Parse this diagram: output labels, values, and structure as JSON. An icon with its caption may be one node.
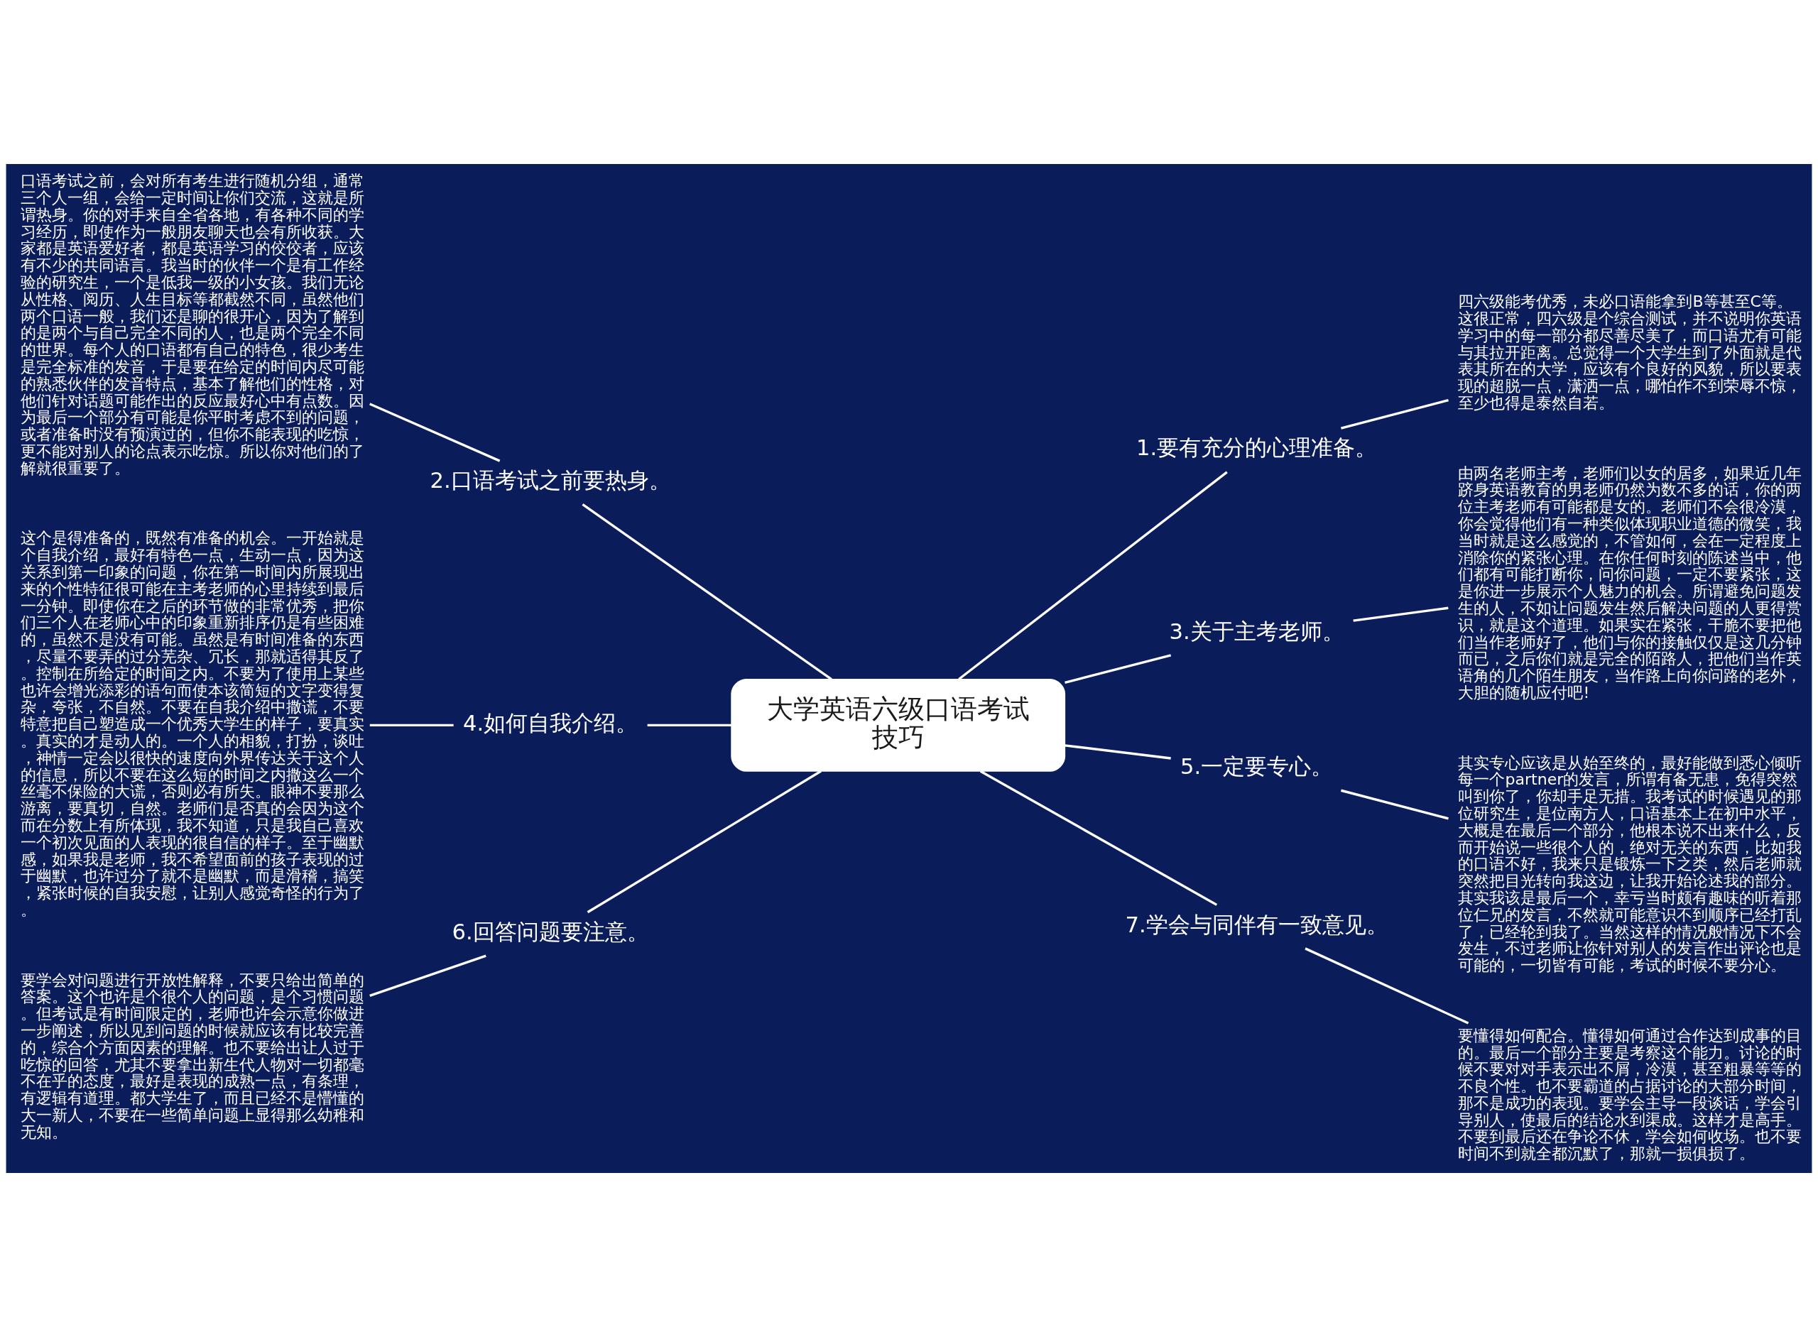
{
  "diagram": {
    "nodes": [
      {
        "text": [
          "大学英语六级口语考试技巧"
        ]
      },
      {
        "text": [
          "1.要有充分的心理准备。"
        ]
      },
      {
        "text": [
          "四六级能考优秀，未必口语能拿到B等甚至C等。这很正常，四六级是个综合测试，并不说明你英语学习中的每一部分都尽善尽美了，而口语尤有可能与其拉开距离。总觉得一个大学生到了外面就是代表其所在的大学，应该有个良好的风貌，所以要表现的超脱一点，潇洒一点，哪怕作不到荣辱不惊，至少也得是泰然自若。"
        ]
      },
      {
        "text": [
          "2.口语考试之前要热身。"
        ]
      },
      {
        "text": [
          "口语考试之前，会对所有考生进行随机分组，通常三个人一组，会给一定时间让你们交流，这就是所谓热身。你的对手来自全省各地，有各种不同的学习经历，即使作为一般朋友聊天也会有所收获。大家都是英语爱好者，都是英语学习的佼佼者，应该有不少的共同语言。我当时的伙伴一个是有工作经验的研究生，一个是低我一级的小女孩。我们无论从性格、阅历、人生目标等都截然不同，虽然他们两个口语一般，我们还是聊的很开心，因为了解到的是两个与自己完全不同的人，也是两个完全不同的世界。每个人的口语都有自己的特色，很少考生是完全标准的发音，于是要在给定的时间内尽可能的熟悉伙伴的发音特点，基本了解他们的性格，对他们针对话题可能作出的反应最好心中有点数。因为最后一个部分有可能是你平时考虑不到的问题，或者准备时没有预演过的，但你不能表现的吃惊，更不能对别人的论点表示吃惊。所以你对他们的了解就很重要了。"
        ]
      },
      {
        "text": [
          "3.关于主考老师。"
        ]
      },
      {
        "text": [
          "由两名老师主考，老师们以女的居多，如果近几年跻身英语教育的男老师仍然为数不多的话，你的两位主考老师有可能都是女的。老师们不会很冷漠，你会觉得他们有一种类似体现职业道德的微笑，我当时就是这么感觉的，不管如何，会在一定程度上消除你的紧张心理。在你任何时刻的陈述当中，他们都有可能打断你，问你问题，一定不要紧张，这是你进一步展示个人魅力的机会。所谓避免问题发生的人，不如让问题发生然后解决问题的人更得赏识，就是这个道理。如果实在紧张，干脆不要把他们当作老师好了，他们与你的接触仅仅是这几分钟而已，之后你们就是完全的陌路人，把他们当作英语角的几个陌生朋友，当作路上向你问路的老外，大胆的随机应付吧!"
        ]
      },
      {
        "text": [
          "4.如何自我介绍。"
        ]
      },
      {
        "text": [
          "这个是得准备的，既然有准备的机会。一开始就是个自我介绍，最好有特色一点，生动一点，因为这关系到第一印象的问题，你在第一时间内所展现出来的个性特征很可能在主考老师的心里持续到最后一分钟。即使你在之后的环节做的非常优秀，把你们三个人在老师心中的印象重新排序仍是有些困难的，虽然不是没有可能。虽然是有时间准备的东西，尽量不要弄的过分芜杂、冗长，那就适得其反了。控制在所给定的时间之内。不要为了使用上某些也许会增光添彩的语句而使本该简短的文字变得复杂，夸张，不自然。不要在自我介绍中撒谎，不要特意把自己塑造成一个优秀大学生的样子，要真实。真实的才是动人的。一个人的相貌，打扮，谈吐，神情一定会以很快的速度向外界传达关于这个人的信息，所以不要在这么短的时间之内撒这么一个丝毫不保险的大谎，否则必有所失。眼神不要那么游离，要真切，自然。老师们是否真的会因为这个而在分数上有所体现，我不知道，只是我自己喜欢一个初次见面的人表现的很自信的样子。至于幽默感，如果我是老师，我不希望面前的孩子表现的过于幽默，也许过分了就不是幽默，而是滑稽，搞笑，紧张时候的自我安慰，让别人感觉奇怪的行为了。"
        ]
      },
      {
        "text": [
          "5.一定要专心。"
        ]
      },
      {
        "text": [
          "其实专心应该是从始至终的，最好能做到悉心倾听每一个partner的发言，所谓有备无患，免得突然叫到你了，你却手足无措。我考试的时候遇见的那位研究生，是位南方人，口语基本上在初中水平，大概是在最后一个部分，他根本说不出来什么，反而开始说一些很个人的，绝对无关的东西，比如我的口语不好，我来只是锻炼一下之类，然后老师就突然把目光转向我这边，让我开始论述我的部分。其实我该是最后一个，幸亏当时颇有趣味的听着那位仁兄的发言，不然就可能意识不到顺序已经打乱了，已经轮到我了。当然这样的情况般情况下不会发生，不过老师让你针对别人的发言作出评论也是可能的，一切皆有可能，考试的时候不要分心。"
        ]
      },
      {
        "text": [
          "6.回答问题要注意。"
        ]
      },
      {
        "text": [
          "要学会对问题进行开放性解释，不要只给出简单的答案。这个也许是个很个人的问题，是个习惯问题。但考试是有时间限定的，老师也许会示意你做进一步阐述，所以见到问题的时候就应该有比较完善的，综合个方面因素的理解。也不要给出让人过于吃惊的回答，尤其不要拿出新生代人物对一切都毫不在乎的态度，最好是表现的成熟一点，有条理，有逻辑有道理。都大学生了，而且已经不是懵懂的大一新人，不要在一些简单问题上显得那么幼稚和无知。"
        ]
      },
      {
        "text": [
          "7.学会与同伴有一致意见。"
        ]
      },
      {
        "text": [
          "要懂得如何配合。懂得如何通过合作达到成事的目的。最后一个部分主要是考察这个能力。讨论的时候不要对对手表示出不屑，冷漠，甚至粗暴等等的不良个性。也不要霸道的占据讨论的大部分时间，那不是成功的表现。要学会主导一段谈话，学会引导别人，使最后的结论水到渠成。这样才是高手。不要到最后还在争论不休，学会如何收场。也不要时间不到就全都沉默了，那就一损俱损了。"
        ]
      }
    ],
    "edges": [
      {
        "from": 0,
        "to": 1,
        "arrow": "none"
      },
      {
        "from": 1,
        "to": 2,
        "arrow": "none"
      },
      {
        "from": 0,
        "to": 3,
        "arrow": "none"
      },
      {
        "from": 3,
        "to": 4,
        "arrow": "none"
      },
      {
        "from": 0,
        "to": 5,
        "arrow": "none"
      },
      {
        "from": 5,
        "to": 6,
        "arrow": "none"
      },
      {
        "from": 0,
        "to": 7,
        "arrow": "none"
      },
      {
        "from": 7,
        "to": 8,
        "arrow": "none"
      },
      {
        "from": 0,
        "to": 9,
        "arrow": "none"
      },
      {
        "from": 9,
        "to": 10,
        "arrow": "none"
      },
      {
        "from": 0,
        "to": 11,
        "arrow": "none"
      },
      {
        "from": 11,
        "to": 12,
        "arrow": "none"
      },
      {
        "from": 0,
        "to": 13,
        "arrow": "none"
      },
      {
        "from": 13,
        "to": 14,
        "arrow": "none"
      }
    ]
  }
}
